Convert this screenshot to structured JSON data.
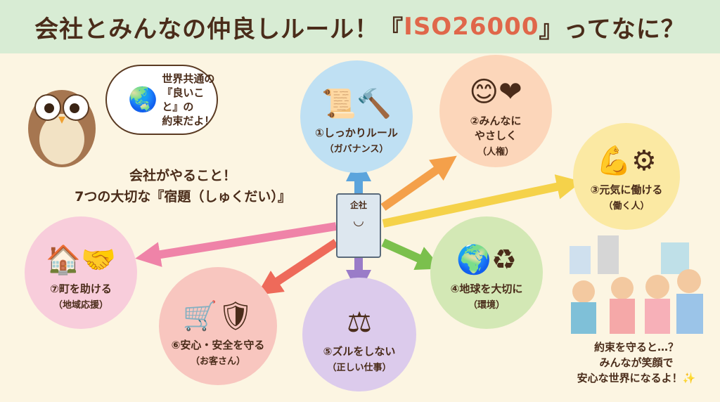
{
  "title": {
    "prefix": "会社とみんなの仲良しルール！『",
    "highlight": "ISO26000",
    "suffix": "』ってなに？"
  },
  "bubble": {
    "lines": [
      "世界共通の",
      "『良いこと』の",
      "約束だよ！"
    ]
  },
  "task": {
    "line1": "会社がやること！",
    "line2": "7つの大切な『宿題（しゅくだい）』"
  },
  "building": {
    "label": "企社"
  },
  "subjects": [
    {
      "label": "①しっかりルール",
      "sub": "（ガバナンス）",
      "icon": "⚖",
      "color": "#bfe0f3"
    },
    {
      "label": "②みんなに やさしく",
      "sub": "（人権）",
      "icon": "☺♥",
      "color": "#fcd6ba"
    },
    {
      "label": "③元気に働ける",
      "sub": "（働く人）",
      "icon": "💪⚙",
      "color": "#fbe9a3"
    },
    {
      "label": "④地球を大切に",
      "sub": "（環境）",
      "icon": "🌍♻",
      "color": "#d3e8b5"
    },
    {
      "label": "⑤ズルをしない",
      "sub": "（正しい仕事）",
      "icon": "⚖",
      "color": "#dccbec"
    },
    {
      "label": "⑥安心・安全を守る",
      "sub": "（お客さん）",
      "icon": "🛒",
      "color": "#f8c6bf"
    },
    {
      "label": "⑦町を助ける",
      "sub": "（地域応援）",
      "icon": "🏠🤝",
      "color": "#f8cddb"
    }
  ],
  "promise": {
    "lines": [
      "約束を守ると…？",
      "みんなが笑顔で",
      "安心な世界になるよ！✨"
    ]
  }
}
